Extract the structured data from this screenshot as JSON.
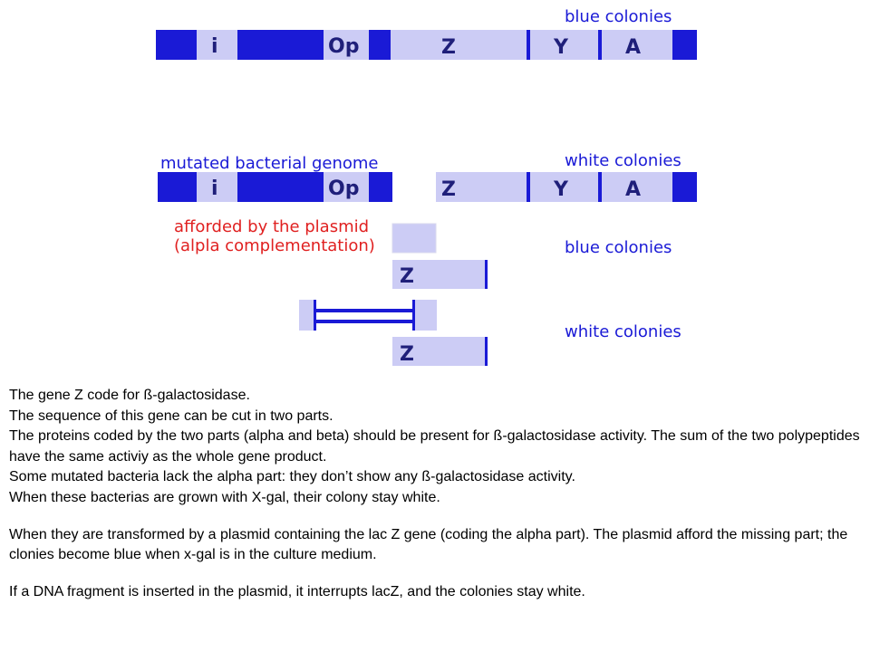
{
  "colors": {
    "dark_blue": "#1a1ad6",
    "light_blue": "#ccccf5",
    "label_blue": "#1a1ad6",
    "label_red": "#e02020"
  },
  "diagram": {
    "top_label": "blue colonies",
    "wild_type_row": {
      "genes": [
        "i",
        "Op",
        "Z",
        "Y",
        "A"
      ]
    },
    "mutated_label": "mutated bacterial genome",
    "white_colonies_label_1": "white colonies",
    "mutated_row": {
      "left_genes": [
        "i",
        "Op"
      ],
      "right_genes": [
        "Z",
        "Y",
        "A"
      ]
    },
    "plasmid_label_line1": "afforded by the plasmid",
    "plasmid_label_line2": "(alpla complementation)",
    "blue_colonies_label_2": "blue colonies",
    "plasmid_z_label": "Z",
    "white_colonies_label_2": "white colonies",
    "insert_z_label": "Z"
  },
  "text": {
    "lines": [
      "The gene Z code for ß-galactosidase.",
      "The sequence of this gene can be cut in two parts.",
      "The proteins coded by the two parts (alpha and beta) should be present for ß-galactosidase activity. The sum of the two polypeptides have the same activiy as the whole gene product.",
      "Some mutated bacteria lack the alpha part: they don’t show any ß-galactosidase activity.",
      "When these bacterias are grown with X-gal, their colony stay white."
    ],
    "lines2": [
      "When they are transformed by a plasmid containing the lac Z gene (coding the alpha part). The plasmid afford the missing part; the clonies become blue when x-gal is in the culture medium."
    ],
    "lines3": [
      "If a DNA fragment is inserted in the plasmid, it interrupts lacZ, and the colonies stay white."
    ]
  }
}
